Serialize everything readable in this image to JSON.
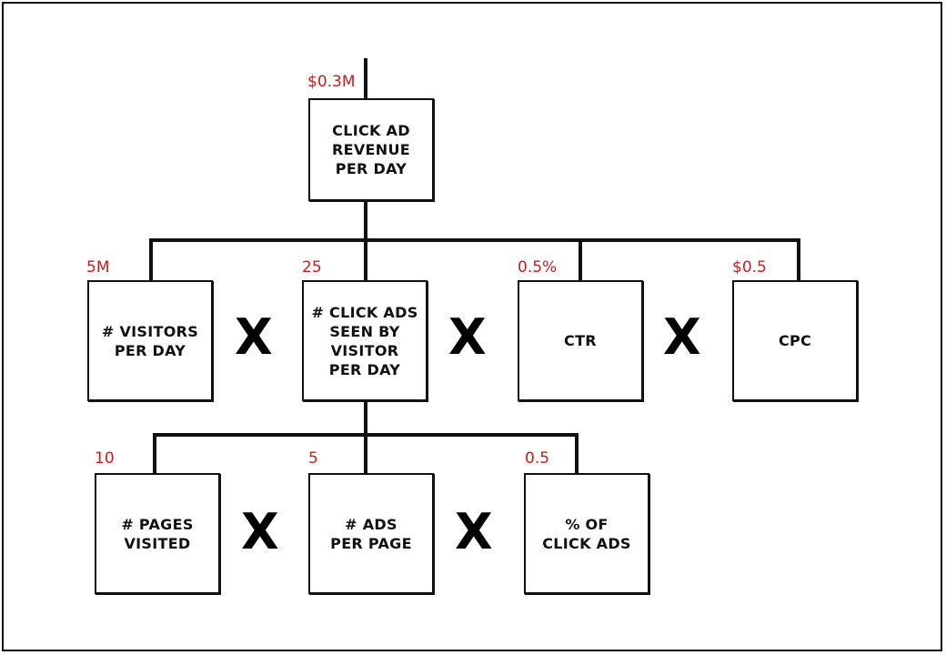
{
  "diagram": {
    "root": {
      "label": "CLICK AD\nREVENUE\nPER DAY",
      "value": "$0.3M"
    },
    "level1": [
      {
        "label": "# VISITORS\nPER DAY",
        "value": "5M"
      },
      {
        "label": "# CLICK ADS\nSEEN BY\nVISITOR\nPER DAY",
        "value": "25"
      },
      {
        "label": "CTR",
        "value": "0.5%"
      },
      {
        "label": "CPC",
        "value": "$0.5"
      }
    ],
    "level2": [
      {
        "label": "# PAGES\nVISITED",
        "value": "10"
      },
      {
        "label": "# ADS\nPER PAGE",
        "value": "5"
      },
      {
        "label": "% OF\nCLICK ADS",
        "value": "0.5"
      }
    ],
    "operator": "X",
    "colors": {
      "value": "#cc1a1a",
      "line": "#111111"
    }
  }
}
